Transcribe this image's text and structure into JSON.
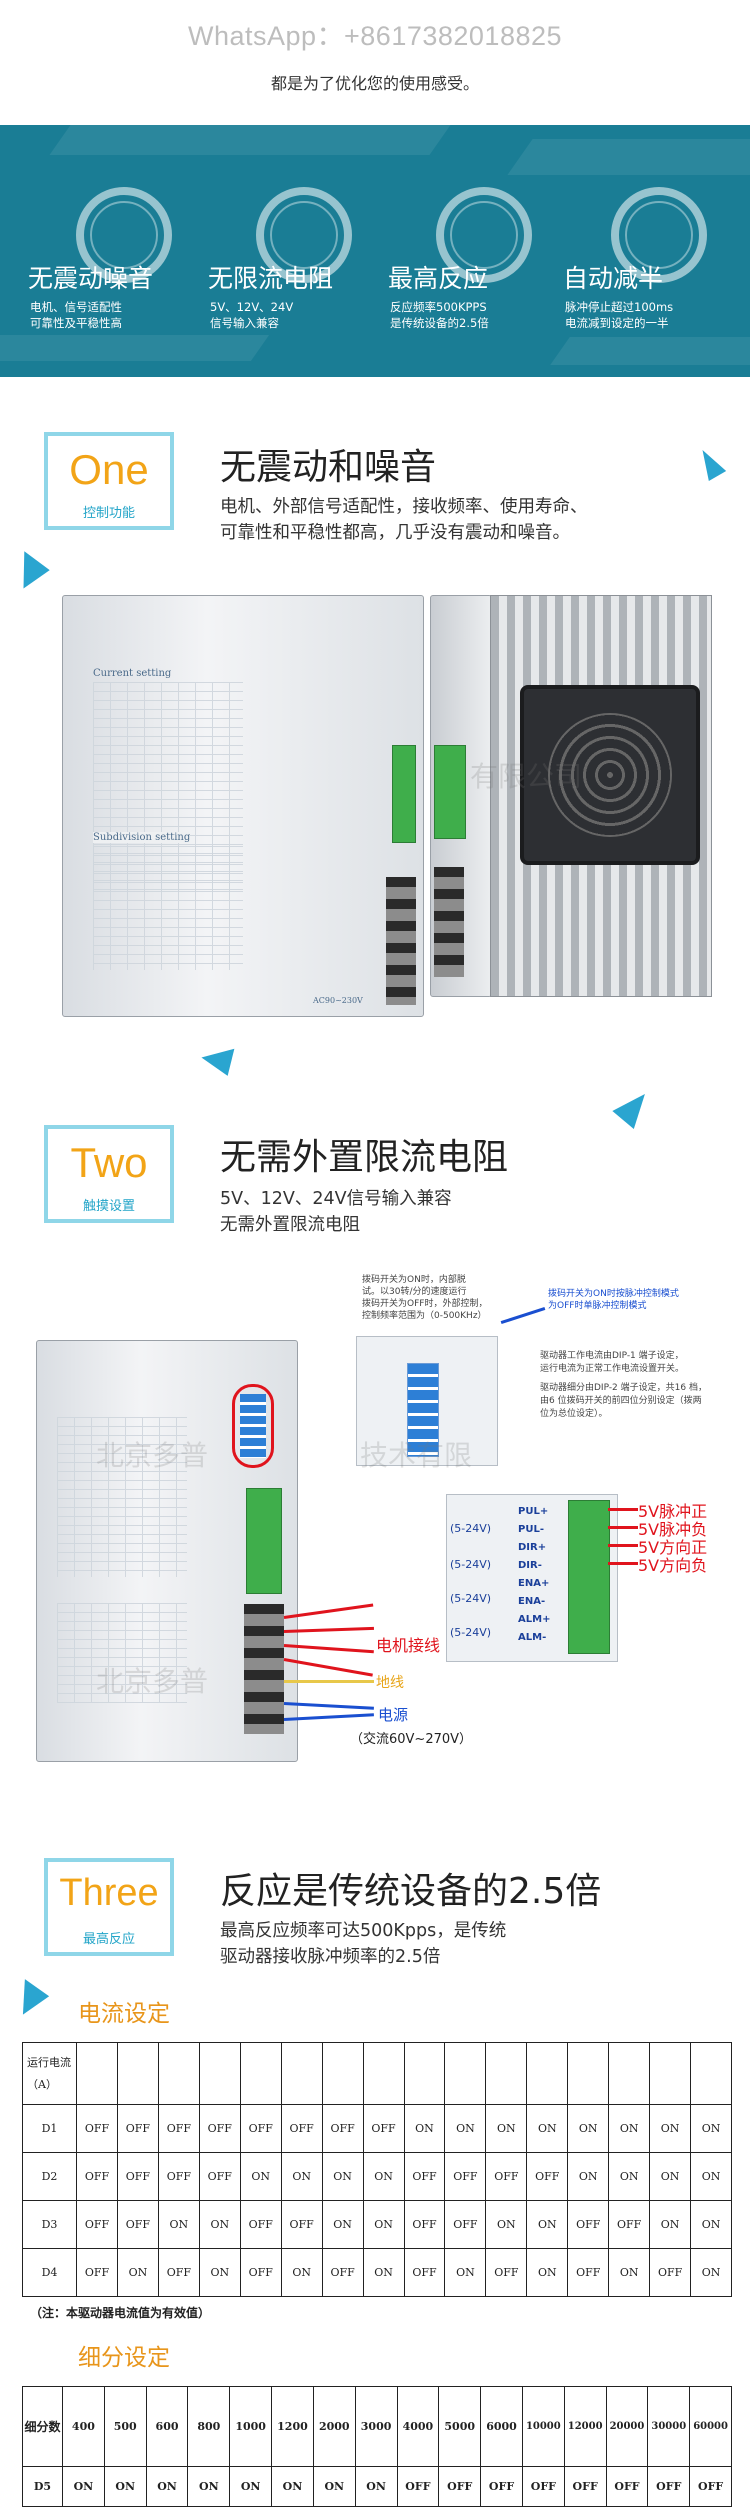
{
  "header": {
    "whatsapp": "WhatsApp：+8617382018825",
    "subtitle": "都是为了优化您的使用感受。"
  },
  "features": [
    {
      "title": "无震动噪音",
      "line1": "电机、信号适配性",
      "line2": "可靠性及平稳性高"
    },
    {
      "title": "无限流电阻",
      "line1": "5V、12V、24V",
      "line2": "信号输入兼容"
    },
    {
      "title": "最高反应",
      "line1": "反应频率500KPPS",
      "line2": "是传统设备的2.5倍"
    },
    {
      "title": "自动减半",
      "line1": "脉冲停止超过100ms",
      "line2": "电流减到设定的一半"
    }
  ],
  "sections": [
    {
      "badge": "One",
      "badge_sub": "控制功能",
      "title": "无震动和噪音",
      "desc1": "电机、外部信号适配性，接收频率、使用寿命、",
      "desc2": "可靠性和平稳性都高，几乎没有震动和噪音。"
    },
    {
      "badge": "Two",
      "badge_sub": "触摸设置",
      "title": "无需外置限流电阻",
      "desc1": "5V、12V、24V信号输入兼容",
      "desc2": "无需外置限流电阻"
    },
    {
      "badge": "Three",
      "badge_sub": "最高反应",
      "title": "反应是传统设备的2.5倍",
      "desc1": "最高反应频率可达500Kpps，是传统",
      "desc2": "驱动器接收脉冲频率的2.5倍"
    }
  ],
  "product1": {
    "label_current": "Current setting",
    "label_subdiv": "Subdivision setting",
    "watermark": "有限公司",
    "ac_label": "AC90~230V"
  },
  "product2": {
    "note_dip_a1": "拨码开关为ON时，内部脱",
    "note_dip_a2": "试。以30转/分的速度运行",
    "note_dip_a3": "拨码开关为OFF时，外部控制，",
    "note_dip_a4": "控制频率范围为（0-500KHz）",
    "note_dip_b1": "拨码开关为ON时按脉冲控制模式",
    "note_dip_b2": "为OFF时单脉冲控制模式",
    "note_c1": "驱动器工作电流由DIP-1 端子设定，",
    "note_c2": "运行电流为正常工作电流设置开关。",
    "note_c3": "驱动器细分由DIP-2 端子设定，共16 档，",
    "note_c4": "由6 位拨码开关的前四位分别设定（拨两",
    "note_c5": "位为总位设定）。",
    "pins": [
      "PUL+",
      "PUL-",
      "DIR+",
      "DIR-",
      "ENA+",
      "ENA-",
      "ALM+",
      "ALM-"
    ],
    "volt_tags": [
      "(5-24V)",
      "(5-24V)",
      "(5-24V)",
      "(5-24V)"
    ],
    "signals": [
      "5V脉冲正",
      "5V脉冲负",
      "5V方向正",
      "5V方向负"
    ],
    "motor": "电机接线",
    "ground": "地线",
    "power": "电源",
    "power_range": "（交流60V~270V）",
    "watermark1": "北京多普",
    "watermark2": "技术有限",
    "watermark3": "北京多普"
  },
  "current_table": {
    "title": "电流设定",
    "header": "运行电流（A）",
    "rows": [
      {
        "label": "D1",
        "cells": [
          "OFF",
          "OFF",
          "OFF",
          "OFF",
          "OFF",
          "OFF",
          "OFF",
          "OFF",
          "ON",
          "ON",
          "ON",
          "ON",
          "ON",
          "ON",
          "ON",
          "ON"
        ]
      },
      {
        "label": "D2",
        "cells": [
          "OFF",
          "OFF",
          "OFF",
          "OFF",
          "ON",
          "ON",
          "ON",
          "ON",
          "OFF",
          "OFF",
          "OFF",
          "OFF",
          "ON",
          "ON",
          "ON",
          "ON"
        ]
      },
      {
        "label": "D3",
        "cells": [
          "OFF",
          "OFF",
          "ON",
          "ON",
          "OFF",
          "OFF",
          "ON",
          "ON",
          "OFF",
          "OFF",
          "ON",
          "ON",
          "OFF",
          "OFF",
          "ON",
          "ON"
        ]
      },
      {
        "label": "D4",
        "cells": [
          "OFF",
          "ON",
          "OFF",
          "ON",
          "OFF",
          "ON",
          "OFF",
          "ON",
          "OFF",
          "ON",
          "OFF",
          "ON",
          "OFF",
          "ON",
          "OFF",
          "ON"
        ]
      }
    ],
    "note": "（注：本驱动器电流值为有效值）"
  },
  "subdiv_table": {
    "title": "细分设定",
    "header": "细分数",
    "values": [
      "400",
      "500",
      "600",
      "800",
      "1000",
      "1200",
      "2000",
      "3000",
      "4000",
      "5000",
      "6000",
      "10000",
      "12000",
      "20000",
      "30000",
      "60000"
    ],
    "rows": [
      {
        "label": "D5",
        "cells": [
          "ON",
          "ON",
          "ON",
          "ON",
          "ON",
          "ON",
          "ON",
          "ON",
          "OFF",
          "OFF",
          "OFF",
          "OFF",
          "OFF",
          "OFF",
          "OFF",
          "OFF"
        ]
      }
    ]
  },
  "colors": {
    "banner": "#1a7d95",
    "accent": "#f2a417",
    "badge_border": "#8fd6e8",
    "signal_red": "#e0141d"
  }
}
